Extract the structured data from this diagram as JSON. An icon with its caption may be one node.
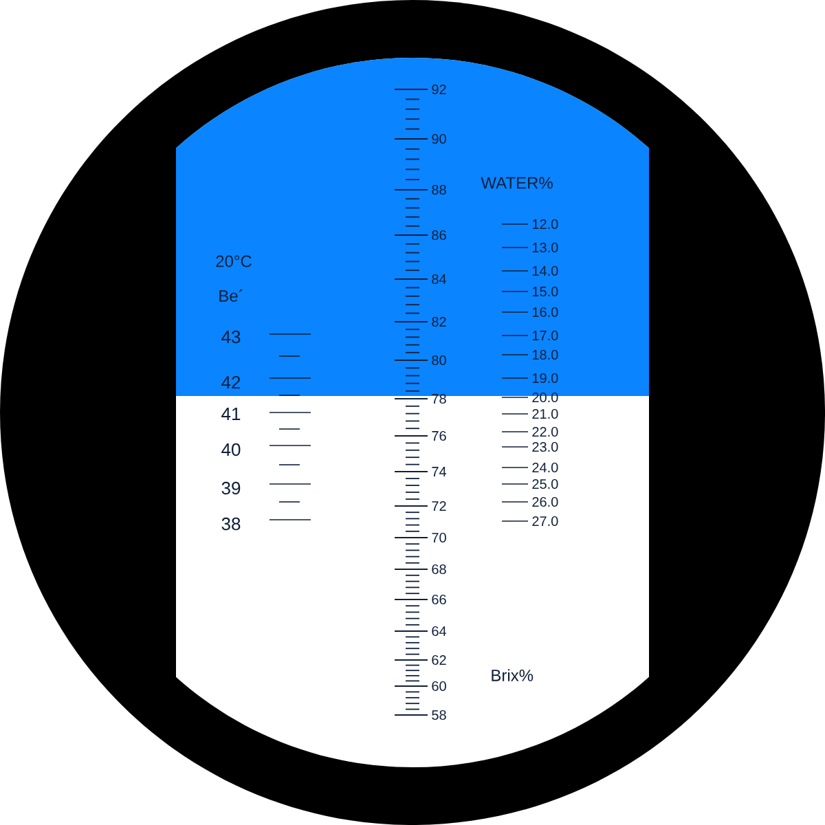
{
  "diagram": {
    "labels": [
      "92",
      "90",
      "88",
      "86",
      "84",
      "82",
      "80",
      "78",
      "76",
      "74",
      "72",
      "70",
      "68",
      "66",
      "64",
      "62",
      "60",
      "58",
      "WATER%",
      "12.0",
      "13.0",
      "14.0",
      "15.0",
      "16.0",
      "17.0",
      "18.0",
      "19.0",
      "20.0",
      "21.0",
      "22.0",
      "23.0",
      "24.0",
      "25.0",
      "26.0",
      "27.0",
      "20°C",
      "Be´",
      "43",
      "42",
      "41",
      "40",
      "39",
      "38",
      "Brix%"
    ]
  }
}
